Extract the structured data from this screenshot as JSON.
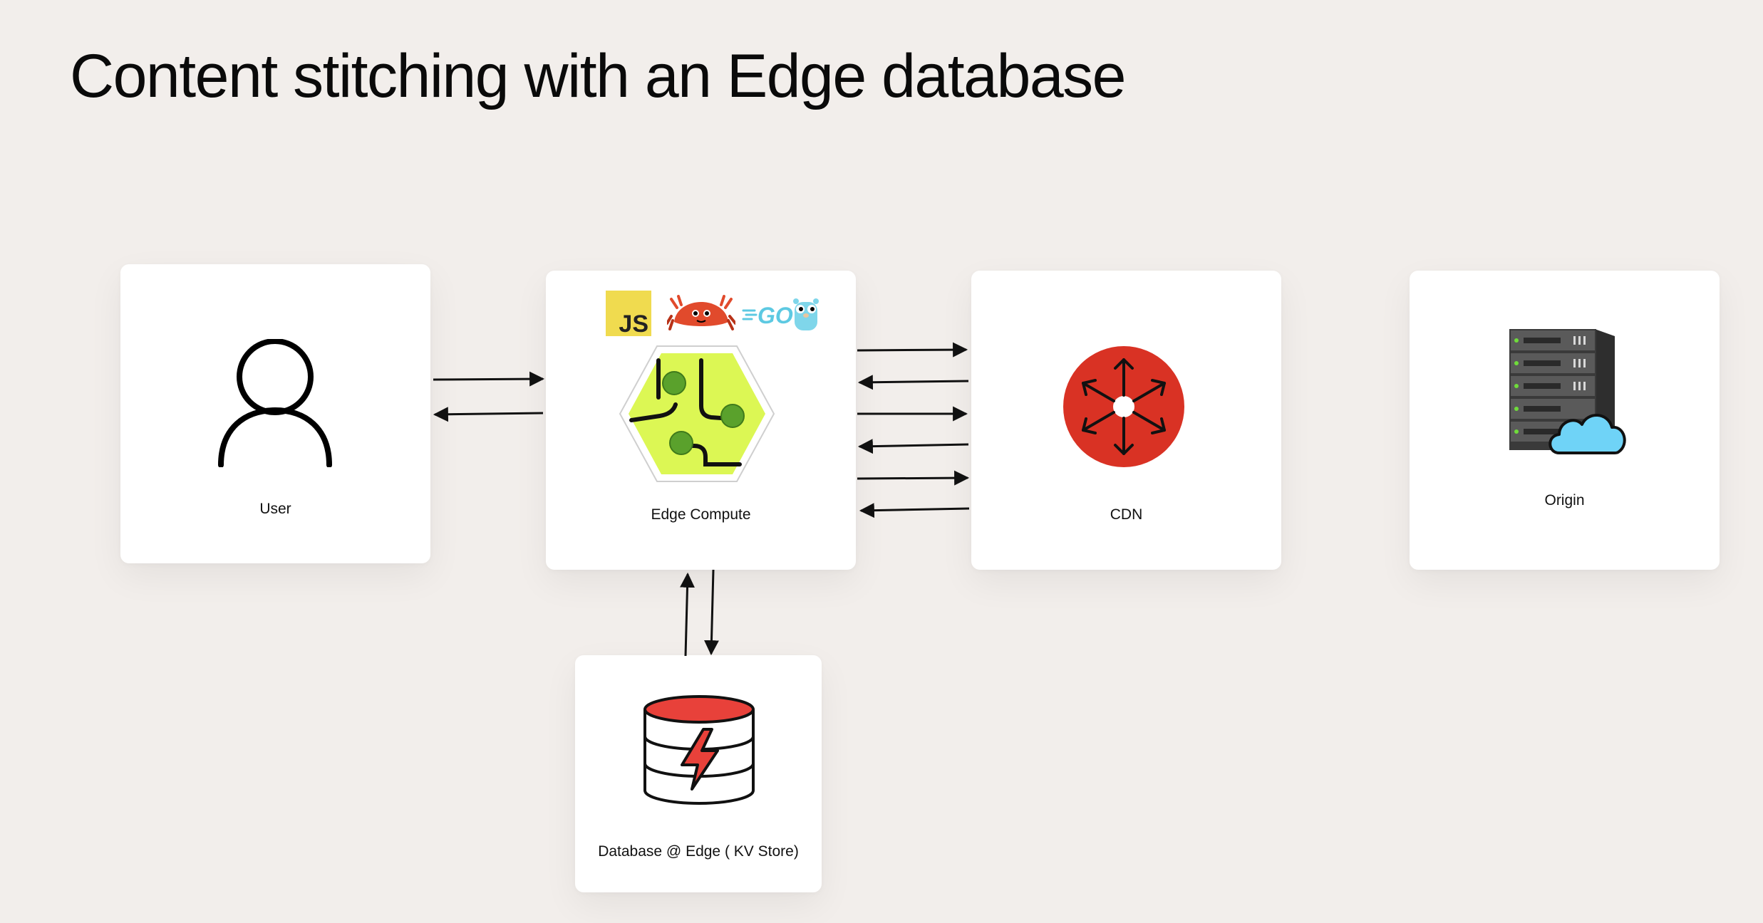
{
  "title": "Content stitching with an Edge database",
  "nodes": {
    "user": {
      "label": "User",
      "icon": "user-icon"
    },
    "edge_compute": {
      "label": "Edge Compute",
      "icon": "edge-compute-hexagon-icon",
      "languages": [
        {
          "icon": "javascript-logo-icon",
          "text": "JS"
        },
        {
          "icon": "rust-ferris-crab-icon"
        },
        {
          "icon": "go-gopher-logo-icon",
          "text": "GO"
        }
      ]
    },
    "cdn": {
      "label": "CDN",
      "icon": "cdn-icon"
    },
    "origin": {
      "label": "Origin",
      "icon": "server-cloud-icon"
    },
    "database": {
      "label": "Database @ Edge ( KV Store)",
      "icon": "database-lightning-icon"
    }
  },
  "colors": {
    "background": "#f2eeeb",
    "card": "#ffffff",
    "js_yellow": "#f0db4f",
    "rust_orange": "#e14a2c",
    "go_blue": "#5dc9e2",
    "edge_lime": "#dcf754",
    "edge_dot": "#5aa12c",
    "cdn_red": "#d93224",
    "db_red": "#e8413a",
    "cloud_blue": "#6fd3f7",
    "server_gray": "#4a4a4a",
    "arrow": "#111111"
  }
}
